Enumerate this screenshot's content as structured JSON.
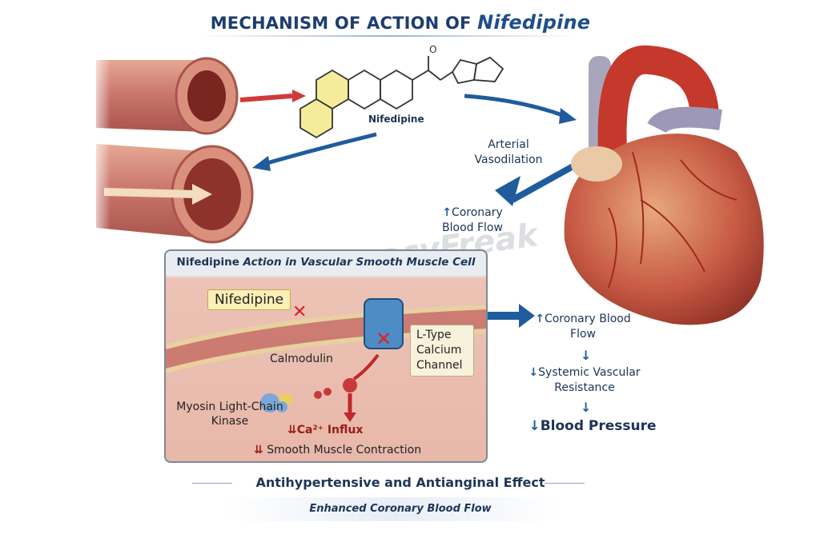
{
  "title": {
    "prefix": "MECHANISM OF ACTION OF ",
    "drug": "Nifedipine"
  },
  "molecule_label": "Nifedipine",
  "watermark": "PharmacyFreak",
  "heart_labels": {
    "arterial_vasodilation": "Arterial Vasodilation",
    "coronary_flow_top": "Coronary Blood Flow"
  },
  "cell_box": {
    "title_plain": "Nifedipine",
    "title_italic": " Action in Vascular Smooth Muscle Cell",
    "drug_tag": "Nifedipine",
    "channel_tag": "L-Type Calcium Channel",
    "calmodulin": "Calmodulin",
    "mlck": "Myosin Light-Chain Kinase",
    "ca_influx": "Ca²⁺ Influx",
    "contraction": "Smooth Muscle Contraction"
  },
  "effects": {
    "coronary_flow": "Coronary Blood Flow",
    "svr": "Systemic Vascular Resistance",
    "bp": "Blood Pressure"
  },
  "footer": {
    "effect": "Antihypertensive and Antianginal Effect",
    "sub": "Enhanced Coronary Blood Flow"
  },
  "colors": {
    "title": "#1d3d6e",
    "arrow_blue": "#1f5c9e",
    "arrow_red": "#c0282b",
    "tissue": "#c8746a"
  }
}
